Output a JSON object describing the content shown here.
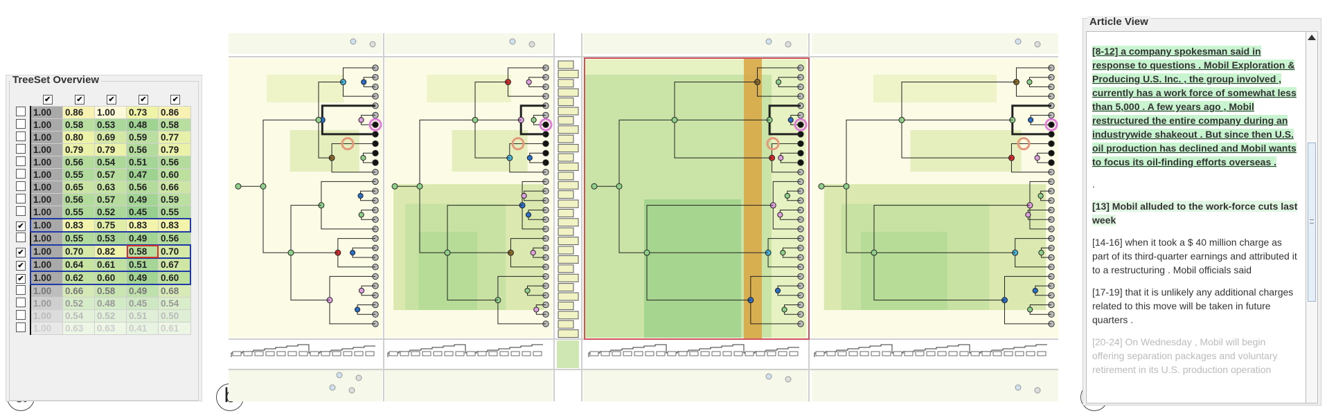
{
  "markers": {
    "a": "a",
    "b": "b",
    "c": "c"
  },
  "overview": {
    "title": "TreeSet Overview",
    "header_checks": [
      "✔",
      "✔",
      "✔",
      "✔",
      "✔"
    ],
    "rows": [
      {
        "checked": false,
        "sel": false,
        "vals": [
          "1.00",
          "0.86",
          "1.00",
          "0.73",
          "0.86"
        ],
        "bg": [
          "#a9a9a9",
          "#f7f2b2",
          "#fbf9d8",
          "#eef3a6",
          "#f7f2b2"
        ]
      },
      {
        "checked": false,
        "sel": false,
        "vals": [
          "1.00",
          "0.58",
          "0.53",
          "0.48",
          "0.58"
        ],
        "bg": [
          "#a9a9a9",
          "#b8dea0",
          "#a9d89a",
          "#9fd392",
          "#b8dea0"
        ]
      },
      {
        "checked": false,
        "sel": false,
        "vals": [
          "1.00",
          "0.80",
          "0.69",
          "0.59",
          "0.77"
        ],
        "bg": [
          "#a9a9a9",
          "#ecf2a8",
          "#d4e8a6",
          "#bbdfa0",
          "#e7f0a8"
        ]
      },
      {
        "checked": false,
        "sel": false,
        "vals": [
          "1.00",
          "0.79",
          "0.79",
          "0.56",
          "0.79"
        ],
        "bg": [
          "#a9a9a9",
          "#eaf1a8",
          "#eaf1a8",
          "#b3dc9c",
          "#eaf1a8"
        ]
      },
      {
        "checked": false,
        "sel": false,
        "vals": [
          "1.00",
          "0.56",
          "0.54",
          "0.51",
          "0.56"
        ],
        "bg": [
          "#a9a9a9",
          "#b3dc9c",
          "#acd99a",
          "#a5d697",
          "#b3dc9c"
        ]
      },
      {
        "checked": false,
        "sel": false,
        "vals": [
          "1.00",
          "0.55",
          "0.57",
          "0.47",
          "0.60"
        ],
        "bg": [
          "#a9a9a9",
          "#b1db9c",
          "#b6dd9e",
          "#9dd291",
          "#bde09f"
        ]
      },
      {
        "checked": false,
        "sel": false,
        "vals": [
          "1.00",
          "0.65",
          "0.63",
          "0.56",
          "0.66"
        ],
        "bg": [
          "#a9a9a9",
          "#c9e4a3",
          "#c4e2a2",
          "#b3dc9c",
          "#cce5a4"
        ]
      },
      {
        "checked": false,
        "sel": false,
        "vals": [
          "1.00",
          "0.56",
          "0.57",
          "0.49",
          "0.59"
        ],
        "bg": [
          "#a9a9a9",
          "#b3dc9c",
          "#b6dd9e",
          "#a2d494",
          "#bbdfa0"
        ]
      },
      {
        "checked": false,
        "sel": false,
        "vals": [
          "1.00",
          "0.55",
          "0.52",
          "0.45",
          "0.55"
        ],
        "bg": [
          "#a9a9a9",
          "#b1db9c",
          "#a9d89a",
          "#97cf8e",
          "#b1db9c"
        ]
      },
      {
        "checked": true,
        "sel": true,
        "vals": [
          "1.00",
          "0.83",
          "0.75",
          "0.83",
          "0.83"
        ],
        "bg": [
          "#a9a9a9",
          "#f1f4aa",
          "#e0eda7",
          "#f1f4aa",
          "#f1f4aa"
        ]
      },
      {
        "checked": false,
        "sel": false,
        "vals": [
          "1.00",
          "0.55",
          "0.53",
          "0.49",
          "0.56"
        ],
        "bg": [
          "#a9a9a9",
          "#b1db9c",
          "#abd89a",
          "#a2d494",
          "#b3dc9c"
        ]
      },
      {
        "checked": true,
        "sel": true,
        "vals": [
          "1.00",
          "0.70",
          "0.82",
          "0.58",
          "0.70"
        ],
        "bg": [
          "#a9a9a9",
          "#d6e9a6",
          "#eef3a9",
          "#b8dea0",
          "#d6e9a6"
        ]
      },
      {
        "checked": true,
        "sel": true,
        "vals": [
          "1.00",
          "0.64",
          "0.61",
          "0.51",
          "0.67"
        ],
        "bg": [
          "#a9a9a9",
          "#c6e3a2",
          "#c0e1a1",
          "#a5d697",
          "#cfe6a5"
        ]
      },
      {
        "checked": true,
        "sel": true,
        "vals": [
          "1.00",
          "0.62",
          "0.60",
          "0.49",
          "0.60"
        ],
        "bg": [
          "#a9a9a9",
          "#c2e2a2",
          "#bde09f",
          "#a2d494",
          "#bde09f"
        ]
      },
      {
        "checked": false,
        "sel": false,
        "vals": [
          "1.00",
          "0.66",
          "0.58",
          "0.49",
          "0.68"
        ],
        "bg": [
          "#bdbdbd",
          "#d4e9b5",
          "#c9e5b2",
          "#bfe1ac",
          "#d8ebb6"
        ],
        "fade": 1
      },
      {
        "checked": false,
        "sel": false,
        "vals": [
          "1.00",
          "0.52",
          "0.48",
          "0.45",
          "0.54"
        ],
        "bg": [
          "#cfcfcf",
          "#d6ecc9",
          "#d2eac6",
          "#cee8c3",
          "#d9edcb"
        ],
        "fade": 2
      },
      {
        "checked": false,
        "sel": false,
        "vals": [
          "1.00",
          "0.54",
          "0.52",
          "0.51",
          "0.50"
        ],
        "bg": [
          "#dcdcdc",
          "#e3f1da",
          "#e1f0d8",
          "#e0efd7",
          "#dfefd6"
        ],
        "fade": 3
      },
      {
        "checked": false,
        "sel": false,
        "vals": [
          "1.00",
          "0.63",
          "0.63",
          "0.41",
          "0.61"
        ],
        "bg": [
          "#e8e8e8",
          "#eef6e6",
          "#eef6e6",
          "#e8f3e2",
          "#edf6e5"
        ],
        "fade": 4
      }
    ]
  },
  "article": {
    "title": "Article View",
    "paragraphs": [
      {
        "style": "hl",
        "text": "[8-12] a company spokesman said in response to questions . Mobil Exploration & Producing U.S. Inc. , the group involved , currently has a work force of somewhat less than 5,000 . A few years ago , Mobil restructured the entire company during an industrywide shakeout . But since then U.S. oil production has declined and Mobil wants to focus its oil-finding efforts overseas ."
      },
      {
        "style": "plain",
        "text": "."
      },
      {
        "style": "b",
        "text": "[13] Mobil alluded to the work-force cuts last week"
      },
      {
        "style": "plain",
        "text": "[14-16] when it took a $ 40 million charge as part of its third-quarter earnings and attributed it to a restructuring . Mobil officials said"
      },
      {
        "style": "plain",
        "text": "[17-19] that it is unlikely any additional charges related to this move will be taken in future quarters ."
      },
      {
        "style": "fade",
        "text": "[20-24] On Wednesday , Mobil will begin offering separation packages and voluntary retirement in its U.S. production operation"
      }
    ]
  },
  "colors": {
    "selection": "#1f38a8",
    "highlight_red": "#d0312d",
    "focus_column": "#d9a441",
    "node_green": "#8ed08a",
    "node_red": "#d52b2b"
  }
}
